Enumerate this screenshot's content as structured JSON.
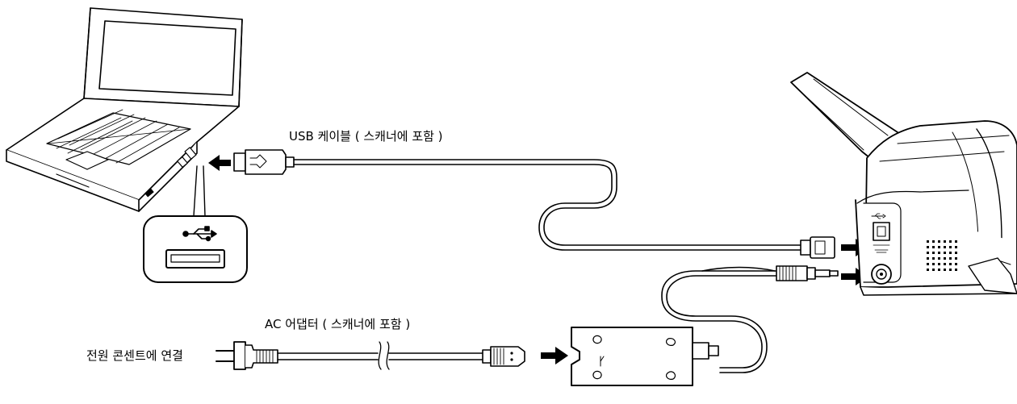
{
  "labels": {
    "usb_cable": "USB 케이블 ( 스캐너에 포함 )",
    "ac_adapter": "AC 어댑터 ( 스캐너에 포함 )",
    "power_outlet": "전원 콘센트에 연결"
  },
  "colors": {
    "line": "#000000",
    "fill": "#ffffff",
    "shade": "#d9d9d9",
    "dark_shade": "#8c8c8c"
  },
  "icons": [
    "laptop",
    "scanner",
    "usb-symbol-icon",
    "usb-a-plug",
    "usb-b-plug",
    "dc-plug",
    "ac-adapter-box",
    "ac-wall-plug",
    "arrow-icon"
  ]
}
